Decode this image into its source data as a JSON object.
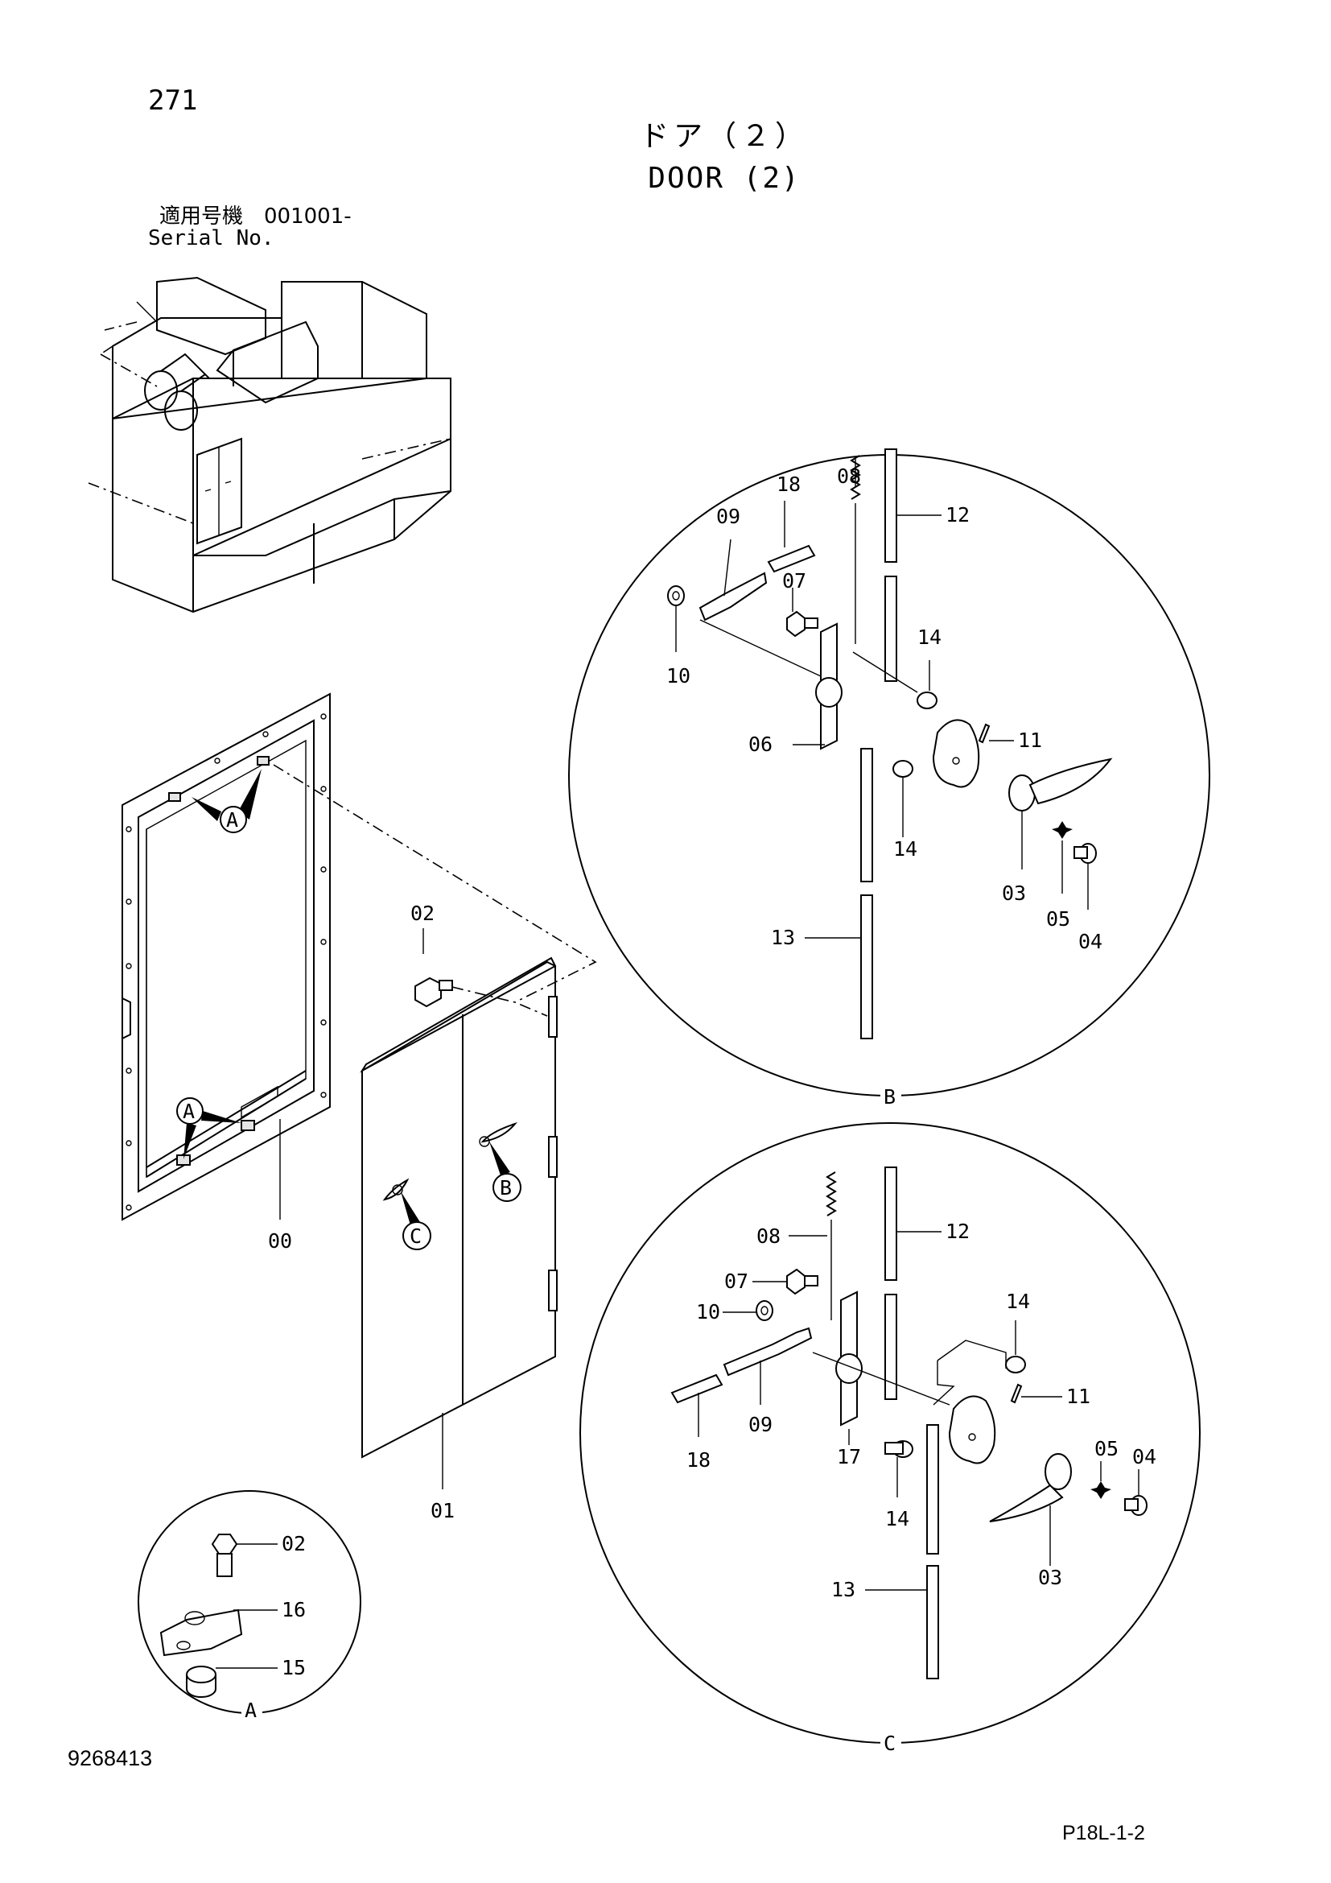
{
  "page_number": "271",
  "title_jp": "ドア（２）",
  "title_en": "DOOR (2)",
  "serial_jp": "適用号機　001001-",
  "serial_en": "Serial No.",
  "doc_number": "9268413",
  "page_code": "P18L-1-2",
  "main_callouts": [
    "00",
    "01",
    "02"
  ],
  "reference_markers": {
    "a": "A",
    "b": "B",
    "c": "C"
  },
  "detail_a": {
    "label": "A",
    "callouts": [
      "02",
      "16",
      "15"
    ]
  },
  "detail_b": {
    "label": "B",
    "callouts": [
      "18",
      "08",
      "09",
      "12",
      "07",
      "10",
      "14",
      "06",
      "11",
      "14",
      "03",
      "05",
      "04",
      "13"
    ]
  },
  "detail_c": {
    "label": "C",
    "callouts": [
      "08",
      "12",
      "07",
      "10",
      "14",
      "11",
      "05",
      "04",
      "09",
      "18",
      "17",
      "14",
      "03",
      "13"
    ]
  }
}
